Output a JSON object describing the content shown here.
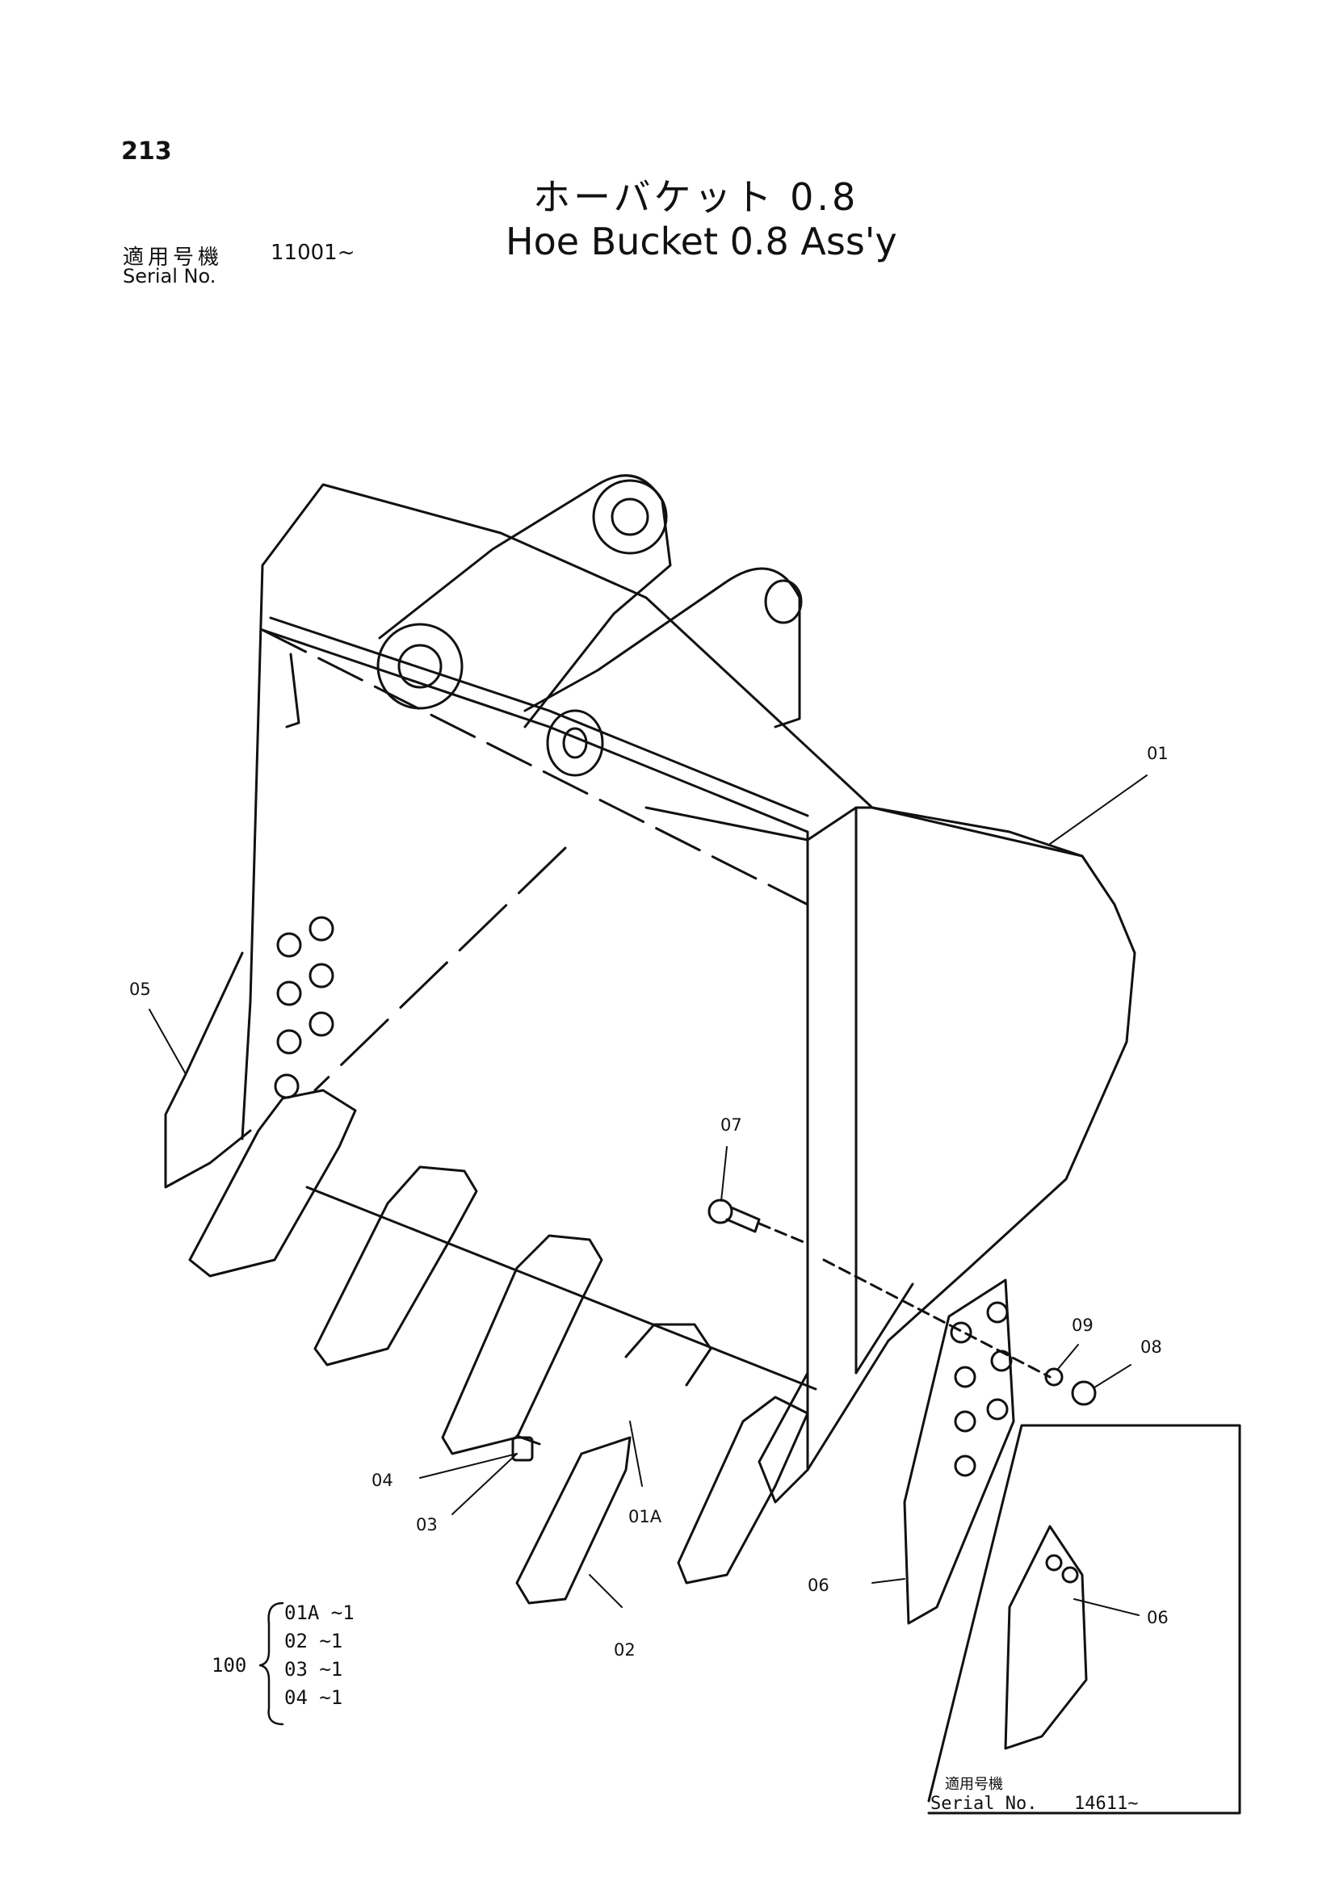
{
  "page_number": "213",
  "title_jp": "ホーバケット 0.8",
  "title_en": "Hoe Bucket 0.8 Ass'y",
  "serial": {
    "label_jp": "適用号機",
    "label_en": "Serial No.",
    "value": "11001~"
  },
  "callouts": {
    "c01": "01",
    "c05": "05",
    "c07": "07",
    "c09": "09",
    "c08": "08",
    "c04": "04",
    "c03": "03",
    "c01a": "01A",
    "c02": "02",
    "c06a": "06",
    "c06b": "06"
  },
  "kit": {
    "number": "100",
    "lines": [
      "01A ~1",
      "02  ~1",
      "03  ~1",
      "04  ~1"
    ]
  },
  "inset": {
    "label_jp": "適用号機",
    "label_en": "Serial No.",
    "value": "14611~"
  }
}
